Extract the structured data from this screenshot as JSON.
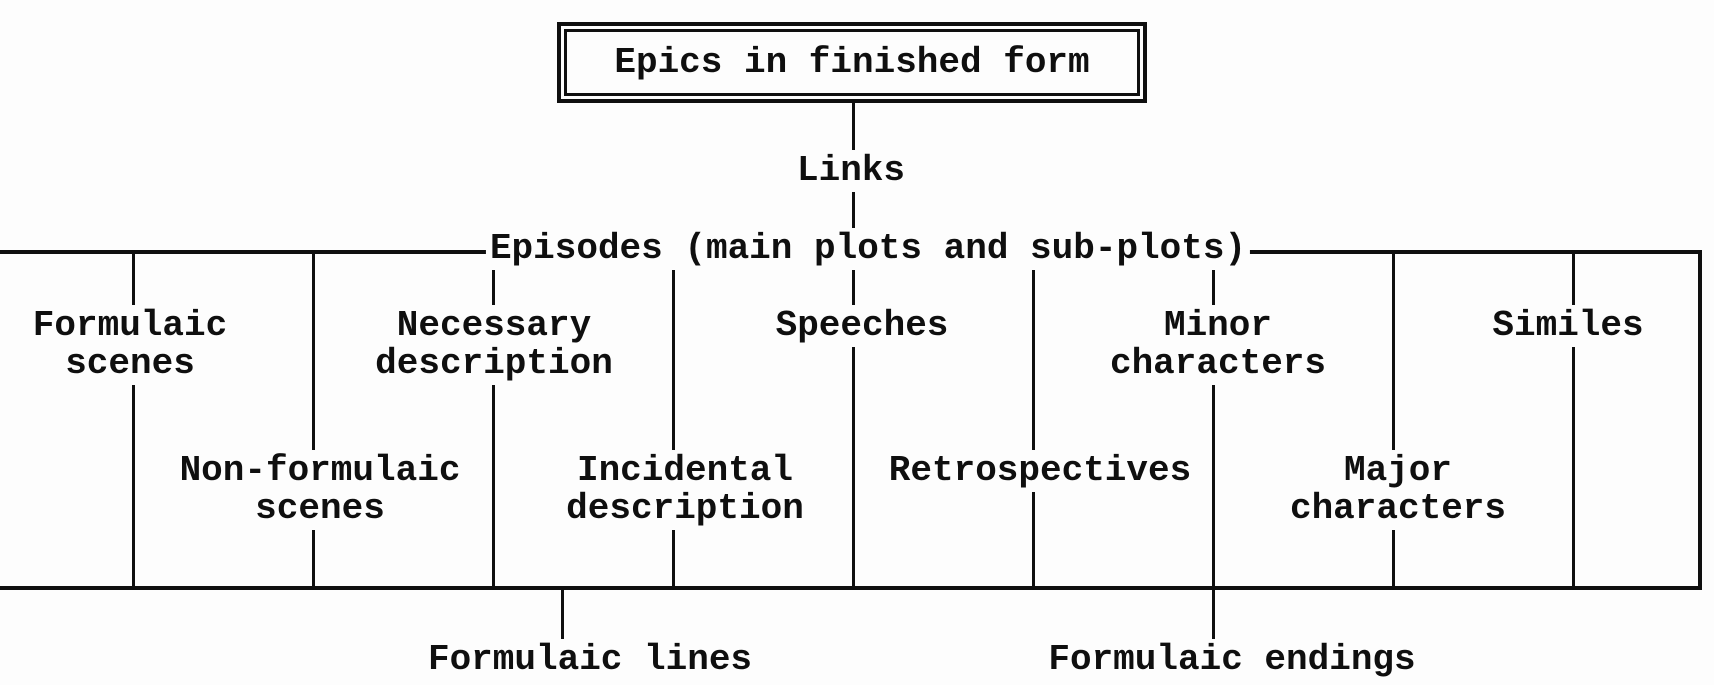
{
  "diagram": {
    "title": "Epics in finished form",
    "link_label": "Links",
    "root_label": "Episodes (main plots and sub-plots)",
    "branches": [
      {
        "label": "Formulaic scenes",
        "lines": [
          "Formulaic",
          "scenes"
        ],
        "row": "upper"
      },
      {
        "label": "Non-formulaic scenes",
        "lines": [
          "Non-formulaic",
          "scenes"
        ],
        "row": "lower"
      },
      {
        "label": "Necessary description",
        "lines": [
          "Necessary",
          "description"
        ],
        "row": "upper"
      },
      {
        "label": "Incidental description",
        "lines": [
          "Incidental",
          "description"
        ],
        "row": "lower"
      },
      {
        "label": "Speeches",
        "lines": [
          "Speeches"
        ],
        "row": "upper"
      },
      {
        "label": "Retrospectives",
        "lines": [
          "Retrospectives"
        ],
        "row": "lower"
      },
      {
        "label": "Minor characters",
        "lines": [
          "Minor",
          "characters"
        ],
        "row": "upper"
      },
      {
        "label": "Major characters",
        "lines": [
          "Major",
          "characters"
        ],
        "row": "lower"
      },
      {
        "label": "Similes",
        "lines": [
          "Similes"
        ],
        "row": "upper"
      }
    ],
    "leaf_labels": [
      "Formulaic lines",
      "Formulaic endings"
    ],
    "colors": {
      "ink": "#0f0f0f",
      "paper": "#fdfdfd"
    }
  }
}
